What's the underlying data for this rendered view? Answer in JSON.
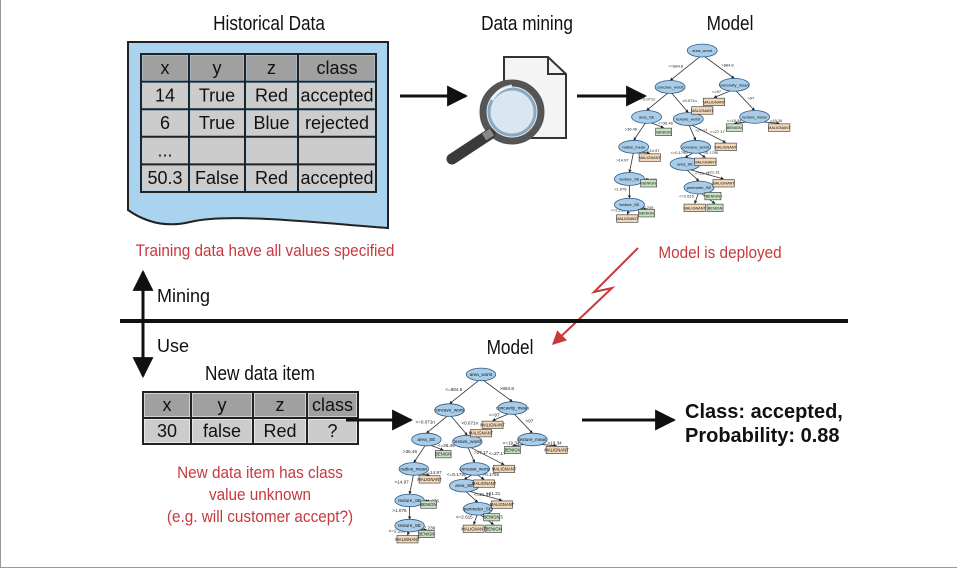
{
  "titles": {
    "historical": "Historical Data",
    "mining": "Data mining",
    "model_top": "Model",
    "model_bottom": "Model",
    "new_item": "New data item"
  },
  "historical_table": {
    "headers": [
      "x",
      "y",
      "z",
      "class"
    ],
    "rows": [
      [
        "14",
        "True",
        "Red",
        "accepted"
      ],
      [
        "6",
        "True",
        "Blue",
        "rejected"
      ],
      [
        "...",
        "",
        "",
        ""
      ],
      [
        "50.3",
        "False",
        "Red",
        "accepted"
      ]
    ]
  },
  "new_table": {
    "headers": [
      "x",
      "y",
      "z",
      "class"
    ],
    "rows": [
      [
        "30",
        "false",
        "Red",
        "?"
      ]
    ]
  },
  "annotations": {
    "training": "Training data have all values specified",
    "deployed": "Model is deployed",
    "new_line1": "New data item has class",
    "new_line2": "value unknown",
    "new_line3": "(e.g. will customer accept?)"
  },
  "phases": {
    "mining": "Mining",
    "use": "Use"
  },
  "result": {
    "line1": "Class: accepted,",
    "line2": "Probability: 0.88"
  },
  "tree": {
    "nodes": [
      "area_worst",
      "concave_worst",
      "concavity_mean",
      "area_SE",
      "texture_worst",
      "texture_mean",
      "radius_mean",
      "concave_worst",
      "texture_SE",
      "area_SE",
      "texture_SE",
      "perimeter_SE"
    ],
    "edges": [
      "<=884.8",
      ">884.8",
      "<=0.071n",
      ">0.071n",
      "<=97",
      ">97",
      "<=36.46",
      ">36.46",
      "<=27.17",
      ">27.17",
      "<=19.34",
      ">19.34",
      "<=14.97",
      ">14.97",
      "<=0.1790",
      ">0.1790",
      "<=1.076",
      ">1.076",
      "<=21.31",
      ">21.31",
      "<=2.239",
      ">2.239",
      "<=2.615",
      ">2.615"
    ],
    "leaf_benign": "BENIGN",
    "leaf_malignant": "MALIGNANT"
  },
  "colors": {
    "table_bg": "#a9d3ef",
    "cell_bg": "#cccccc",
    "header_bg": "#a0a0a0",
    "accent_red": "#c8383c",
    "node_fill": "#a9cde8",
    "leaf_green": "#c9e2c5",
    "leaf_orange": "#f3d7b9"
  }
}
